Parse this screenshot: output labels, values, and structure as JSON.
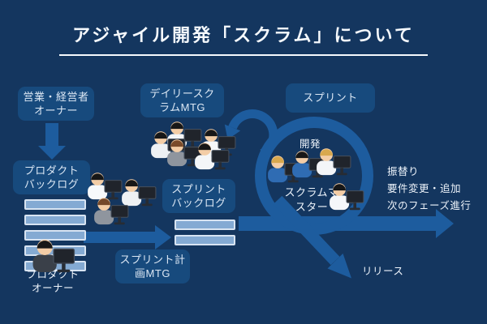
{
  "title": "アジャイル開発「スクラム」について",
  "boxes": {
    "sales_owner": {
      "line1": "営業・経営者",
      "line2": "オーナー"
    },
    "product_backlog": {
      "line1": "プロダクト",
      "line2": "バックログ"
    },
    "daily_scrum": {
      "line1": "デイリースク",
      "line2": "ラムMTG"
    },
    "sprint": {
      "line1": "スプリント"
    },
    "sprint_backlog": {
      "line1": "スプリント",
      "line2": "バックログ"
    },
    "sprint_planning": {
      "line1": "スプリント計",
      "line2": "画MTG"
    }
  },
  "labels": {
    "product_owner": {
      "line1": "プロダクト",
      "line2": "オーナー"
    },
    "development": "開発",
    "scrum_master": {
      "line1": "スクラムマ",
      "line2": "スター"
    },
    "release": "リリース",
    "outcomes": [
      "振替り",
      "要件変更・追加",
      "次のフェーズ進行"
    ]
  },
  "backlog": {
    "product_item_count": 5,
    "sprint_item_count": 2
  },
  "colors": {
    "background": "#14365f",
    "box": "#174a7d",
    "arrow": "#1d5c9e",
    "bar_fill": "#84aad3",
    "bar_border": "#d8e4f2",
    "text": "#eef4fb"
  },
  "icons": [
    "down-arrow",
    "planning-right-arrow",
    "main-right-arrow",
    "sprint-loop-ring",
    "release-arrow",
    "cycle-arrow-icon",
    "person-at-monitor-icon"
  ]
}
